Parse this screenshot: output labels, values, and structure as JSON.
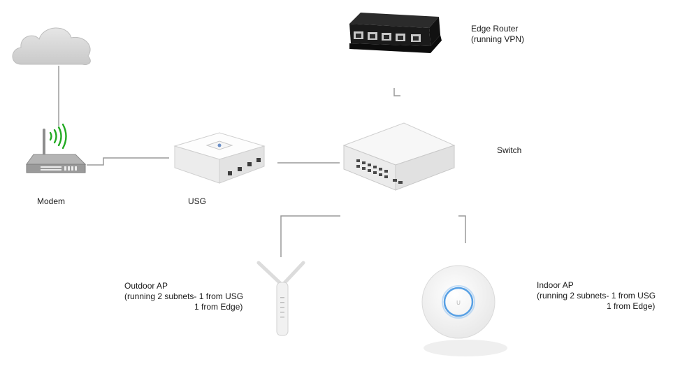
{
  "labels": {
    "modem": "Modem",
    "usg": "USG",
    "switch": "Switch",
    "edge_router": "Edge Router\n(running VPN)",
    "outdoor_ap": "Outdoor AP\n(running 2 subnets- 1 from USG\n                              1 from Edge)",
    "indoor_ap": "Indoor AP\n(running 2 subnets- 1 from USG\n                              1 from Edge)"
  },
  "icons": {
    "cloud": "cloud-icon",
    "modem": "modem-icon",
    "usg": "usg-device-icon",
    "switch": "switch-device-icon",
    "edge_router": "edge-router-icon",
    "outdoor_ap": "outdoor-ap-icon",
    "indoor_ap": "indoor-ap-icon"
  },
  "colors": {
    "line": "#9a9a9a",
    "wifi_signal": "#22aa22",
    "ap_ring": "#3a8fe0"
  }
}
